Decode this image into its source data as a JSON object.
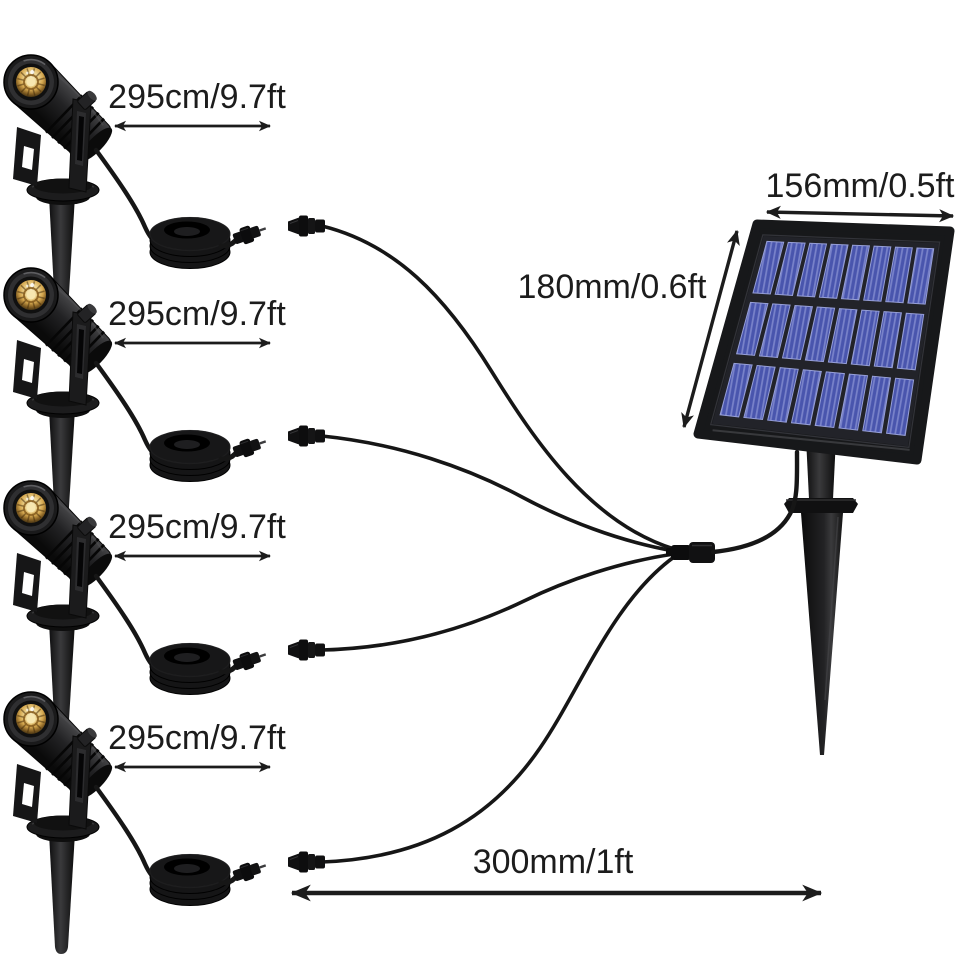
{
  "diagram": {
    "lights": [
      {
        "name": "spotlight-1",
        "cable_label": "295cm/9.7ft"
      },
      {
        "name": "spotlight-2",
        "cable_label": "295cm/9.7ft"
      },
      {
        "name": "spotlight-3",
        "cable_label": "295cm/9.7ft"
      },
      {
        "name": "spotlight-4",
        "cable_label": "295cm/9.7ft"
      }
    ],
    "solar_panel": {
      "width_label": "156mm/0.5ft",
      "height_label": "180mm/0.6ft",
      "cells": {
        "rows": 3,
        "cols": 8
      }
    },
    "splitter_label": "300mm/1ft",
    "colors": {
      "ink": "#1c1c1c",
      "background": "#ffffff",
      "cell_blue": "#4b57b2",
      "cell_stripe": "#7d87d0",
      "cell_edge": "#9aa3de",
      "hardware_black": "#141414"
    }
  }
}
